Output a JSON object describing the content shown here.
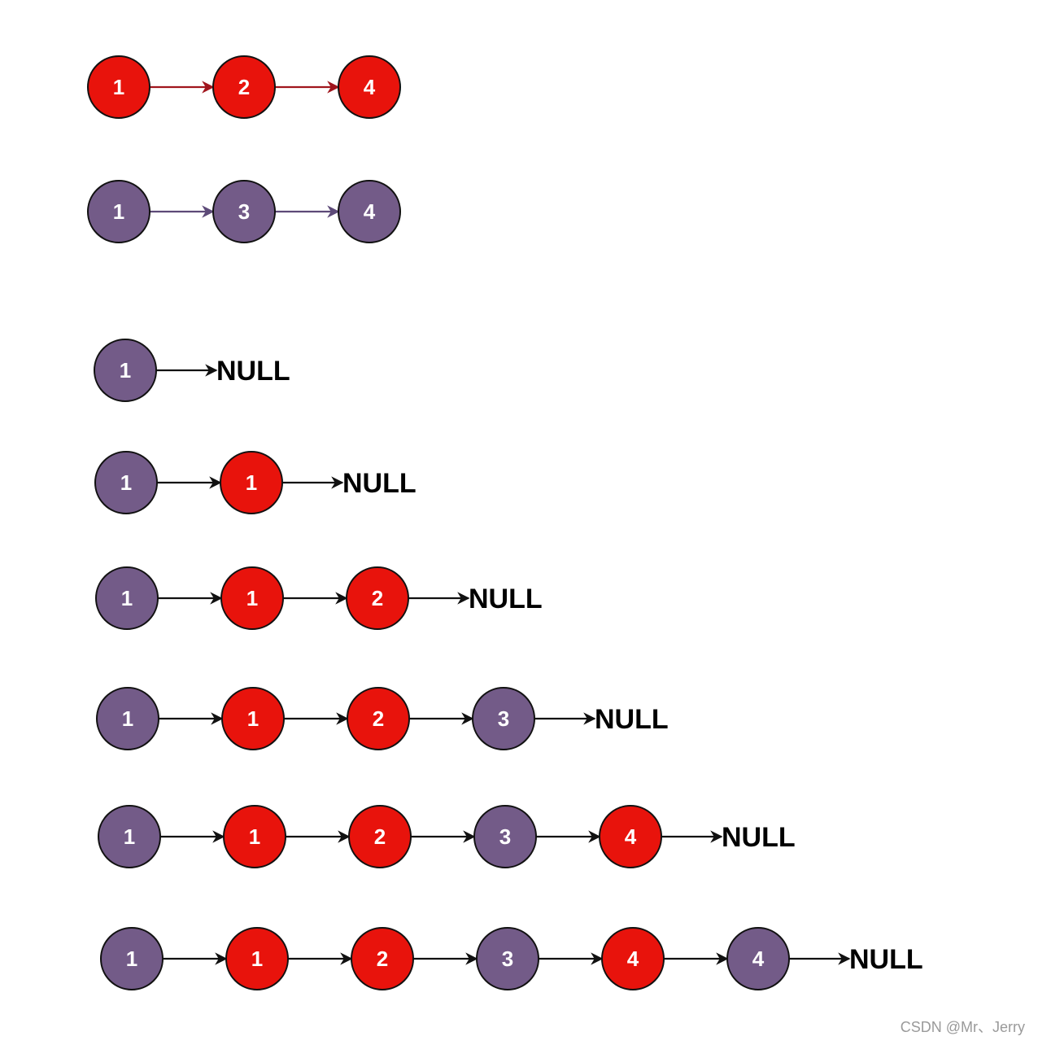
{
  "colors": {
    "red_fill": "#e8130c",
    "purple_fill": "#735b88",
    "node_stroke": "#111111",
    "red_arrow": "#a0151d",
    "purple_arrow": "#5d4a78",
    "black_arrow": "#111111",
    "text": "#ffffff"
  },
  "inputs": [
    {
      "name": "list1",
      "nodes": [
        {
          "value": "1",
          "color": "red"
        },
        {
          "value": "2",
          "color": "red"
        },
        {
          "value": "4",
          "color": "red"
        }
      ]
    },
    {
      "name": "list2",
      "nodes": [
        {
          "value": "1",
          "color": "purple"
        },
        {
          "value": "3",
          "color": "purple"
        },
        {
          "value": "4",
          "color": "purple"
        }
      ]
    }
  ],
  "merge_steps": [
    {
      "nodes": [
        {
          "value": "1",
          "color": "purple"
        }
      ],
      "terminal": "NULL"
    },
    {
      "nodes": [
        {
          "value": "1",
          "color": "purple"
        },
        {
          "value": "1",
          "color": "red"
        }
      ],
      "terminal": "NULL"
    },
    {
      "nodes": [
        {
          "value": "1",
          "color": "purple"
        },
        {
          "value": "1",
          "color": "red"
        },
        {
          "value": "2",
          "color": "red"
        }
      ],
      "terminal": "NULL"
    },
    {
      "nodes": [
        {
          "value": "1",
          "color": "purple"
        },
        {
          "value": "1",
          "color": "red"
        },
        {
          "value": "2",
          "color": "red"
        },
        {
          "value": "3",
          "color": "purple"
        }
      ],
      "terminal": "NULL"
    },
    {
      "nodes": [
        {
          "value": "1",
          "color": "purple"
        },
        {
          "value": "1",
          "color": "red"
        },
        {
          "value": "2",
          "color": "red"
        },
        {
          "value": "3",
          "color": "purple"
        },
        {
          "value": "4",
          "color": "red"
        }
      ],
      "terminal": "NULL"
    },
    {
      "nodes": [
        {
          "value": "1",
          "color": "purple"
        },
        {
          "value": "1",
          "color": "red"
        },
        {
          "value": "2",
          "color": "red"
        },
        {
          "value": "3",
          "color": "purple"
        },
        {
          "value": "4",
          "color": "red"
        },
        {
          "value": "4",
          "color": "purple"
        }
      ],
      "terminal": "NULL"
    }
  ],
  "watermark": "CSDN @Mr、Jerry"
}
